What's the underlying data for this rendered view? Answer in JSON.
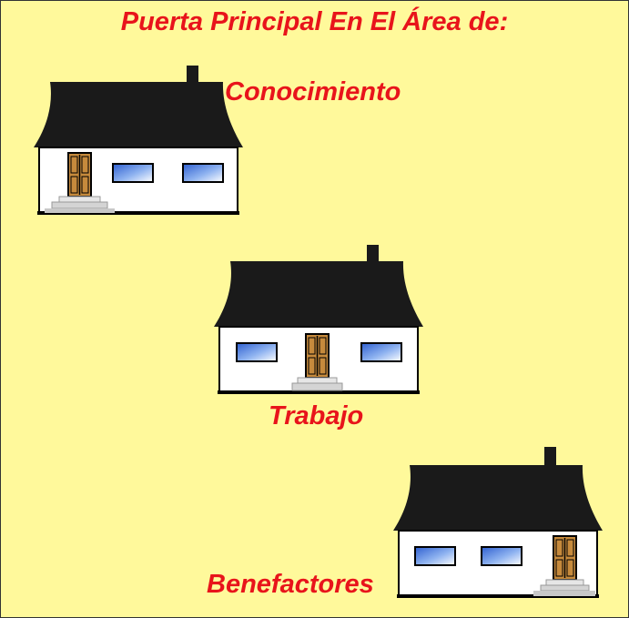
{
  "title": "Puerta Principal En El Área de:",
  "houses": [
    {
      "label": "Conocimiento",
      "door_position": "left"
    },
    {
      "label": "Trabajo",
      "door_position": "center"
    },
    {
      "label": "Benefactores",
      "door_position": "right"
    }
  ],
  "colors": {
    "background": "#fff99b",
    "label_text": "#e8141b",
    "roof": "#1a1a1a",
    "wall": "#ffffff",
    "window_glass": "#5a8ae0",
    "door": "#c68a3c",
    "steps": "#c8c8c8"
  }
}
